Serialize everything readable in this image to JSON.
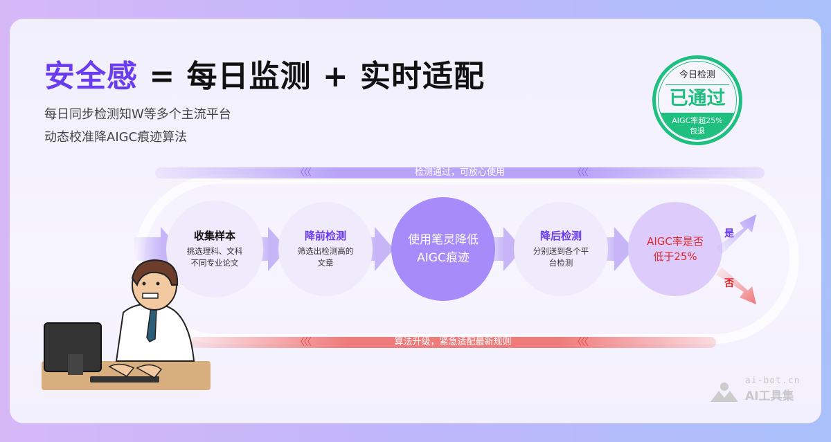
{
  "header": {
    "title_accent": "安全感",
    "title_rest": " = 每日监测 + 实时适配",
    "subtitle_lines": [
      "每日同步检测知W等多个主流平台",
      "动态校准降AIGC痕迹算法"
    ]
  },
  "stamp": {
    "top": "今日检测",
    "main": "已通过",
    "bottom_line1": "AIGC率超25%",
    "bottom_line2": "包退",
    "color": "#1fbf7f"
  },
  "loop": {
    "top_label": "检测通过，可放心使用",
    "bottom_label": "算法升级，紧急适配最新规则",
    "chevrons": "〈〈〈"
  },
  "steps": [
    {
      "title": "收集样本",
      "desc": [
        "挑选理科、文科",
        "不同专业论文"
      ]
    },
    {
      "title": "降前检测",
      "desc": [
        "筛选出检测高的",
        "文章"
      ]
    },
    {
      "title": "使用笔灵降低",
      "desc": [
        "AIGC痕迹"
      ]
    },
    {
      "title": "降后检测",
      "desc": [
        "分别送到各个平",
        "台检测"
      ]
    },
    {
      "title": "AIGC率是否",
      "desc": [
        "低于25%"
      ]
    }
  ],
  "branches": {
    "yes": "是",
    "no": "否"
  },
  "watermark": {
    "domain": "ai-bot.cn",
    "name": "AI工具集"
  },
  "colors": {
    "accent": "#6a3cf0",
    "red": "#e0262b",
    "purple_fill": "#a78bfa"
  }
}
